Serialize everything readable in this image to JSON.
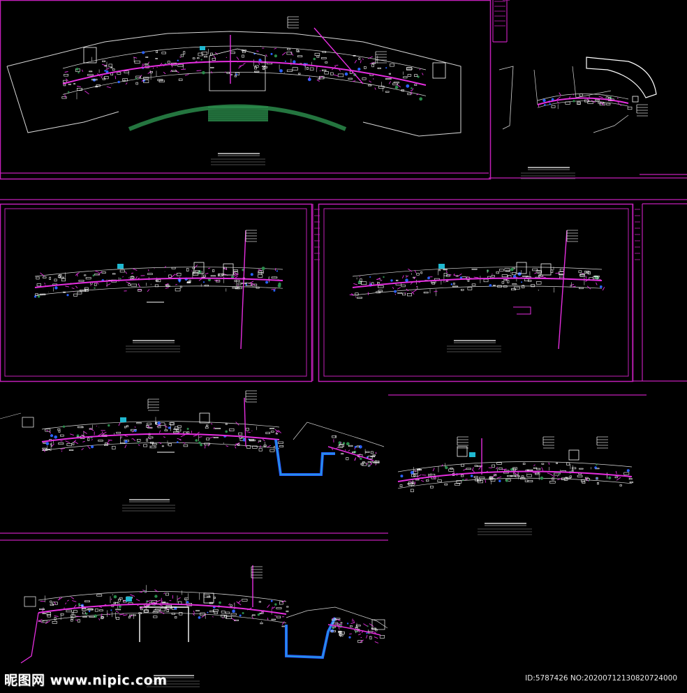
{
  "palette": {
    "background": "#000000",
    "frame": "#c21fb8",
    "pipe": "#e62ee0",
    "wall": "#d8d8d8",
    "fixture": "#ffffff",
    "green": "#2a8a4a",
    "cyan": "#1fb8d0",
    "blue": "#2a62ff"
  },
  "sheets": [
    {
      "id": "sheet-top-left-plan"
    },
    {
      "id": "sheet-top-right-plan"
    },
    {
      "id": "sheet-middle-left-plan"
    },
    {
      "id": "sheet-middle-right-plan"
    },
    {
      "id": "sheet-lower-left-plan"
    },
    {
      "id": "sheet-lower-right-plan"
    },
    {
      "id": "sheet-bottom-plan"
    }
  ],
  "watermark": {
    "brand": "昵图网 www.nipic.com",
    "id_text": "ID:5787426 NO:20200712130820724000"
  }
}
